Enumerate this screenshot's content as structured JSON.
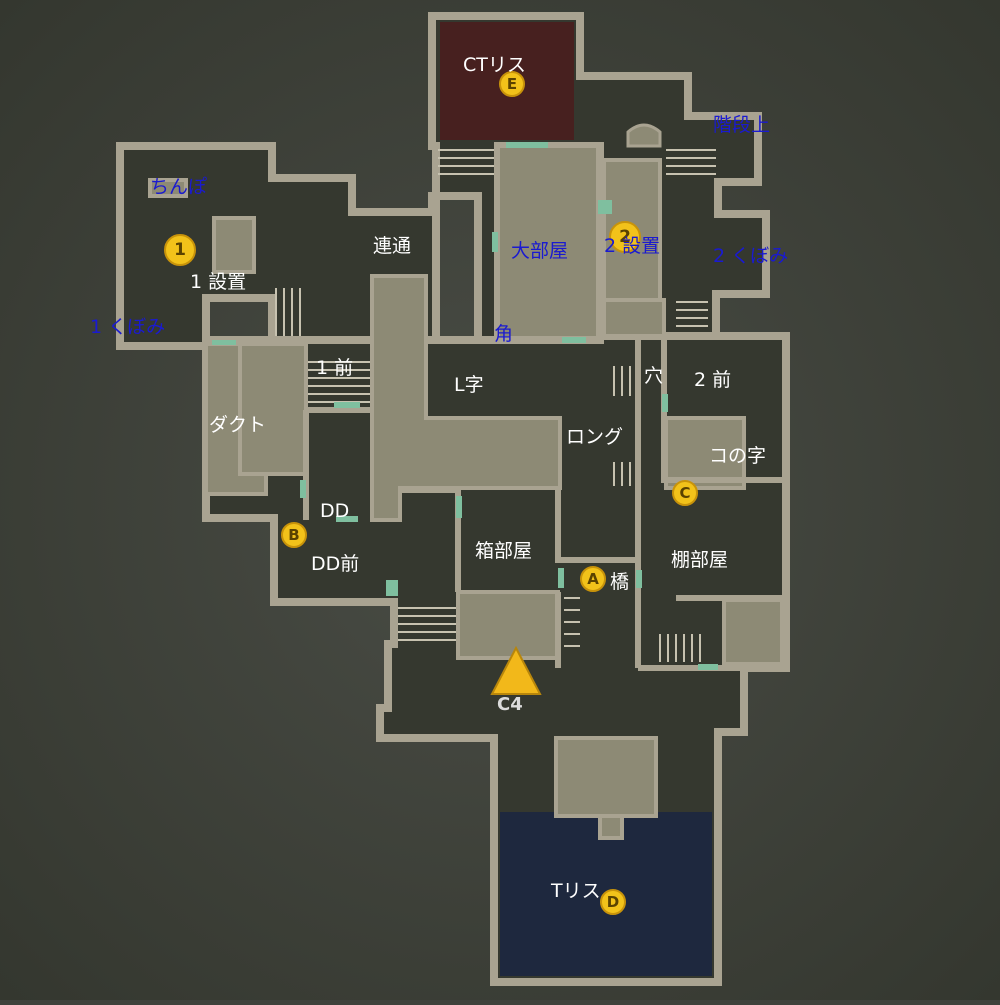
{
  "markers": {
    "A": "A",
    "B": "B",
    "C": "C",
    "D": "D",
    "E": "E",
    "one": "1",
    "two": "2",
    "spawn": "C4"
  },
  "labels": {
    "ct_spawn": "CTリス",
    "stairs_top": "階段上",
    "chinpo": "ちんぽ",
    "renzu": "連通",
    "big_room": "大部屋",
    "two_plant": "2 設置",
    "two_nook": "2 くぼみ",
    "one_plant": "1 設置",
    "one_nook": "1 くぼみ",
    "corner": "角",
    "one_front": "1 前",
    "l_shape": "L字",
    "hole": "穴",
    "two_front": "2 前",
    "duct": "ダクト",
    "long": "ロング",
    "ko_shape": "コの字",
    "dd": "DD",
    "box_room": "箱部屋",
    "dd_front": "DD前",
    "bridge": "橋",
    "shelf_room": "棚部屋",
    "t_spawn": "Tリス"
  },
  "colors": {
    "background": "#3f423c",
    "floor": "#35382f",
    "wall": "#a9a391",
    "raised": "#8d8a75",
    "ct_zone": "#4a1c1c",
    "t_zone": "#1c2740",
    "door": "#7fbf9f",
    "marker": "#f2c21a",
    "label_white": "#ffffff",
    "label_blue": "#1a1ad0"
  }
}
